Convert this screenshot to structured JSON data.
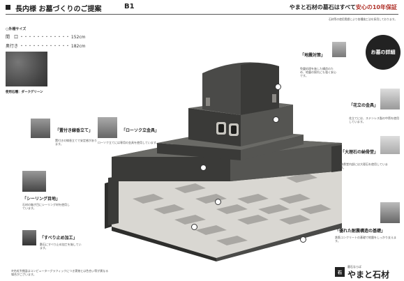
{
  "header": {
    "title": "長内様 お墓づくりのご提案",
    "page": "B1",
    "tagline_prefix": "やまと石材の墓石はすべて",
    "tagline_bold": "安心の10年保証",
    "note": "石材等の使用実績により各種施工法を採用しております。",
    "square_icon": "black-square-icon"
  },
  "specs": {
    "heading": "○外柵サイズ",
    "width_label": "間　口",
    "width_value": "152cm",
    "depth_label": "奥行き",
    "depth_value": "182cm",
    "leader": "・・・・・・・・・・・・",
    "stone_label": "使用石種：ダークグリーン"
  },
  "badge": {
    "label": "お墓の詳細"
  },
  "callouts": {
    "earthquake": {
      "title": "「地震対策」",
      "desc": "免震処理を施した構造のため、地震の揺れにも強く安心です。"
    },
    "flower": {
      "title": "「花立の金具」",
      "desc": "花立てには、ステンレス製の中筒を使用しています。"
    },
    "marble": {
      "title": "「大理石の納骨堂」",
      "desc": "納骨堂内部には大理石を使用しています。"
    },
    "incense": {
      "title": "「置付き線香立て」",
      "desc": "置付きの線香立てで安定感があります。"
    },
    "candle": {
      "title": "「ローソク立金具」",
      "desc": "ローソク立てには専用の金具を使用しています。"
    },
    "sealing": {
      "title": "「シーリング目地」",
      "desc": "石材の継ぎ目にシーリング材を使用しています。"
    },
    "nonslip": {
      "title": "「すべり止め加工」",
      "desc": "敷石にすべり止め加工を施しています。"
    },
    "foundation": {
      "title": "「優れた耐震構造の基礎」",
      "desc": "鉄筋コンクリートの基礎で地盤をしっかり支えます。"
    }
  },
  "footer": {
    "note": "※完成予想図はコンピューターグラフィックにつき実物とは色合い等が異なる場合がございます。",
    "logo_mark": "石",
    "logo_sub": "墓石ならば",
    "logo_name": "やまと石材"
  },
  "colors": {
    "accent": "#b0322a",
    "stone": "#4a4a48",
    "stone_dark": "#2e2e2c",
    "stone_light": "#6a6a66",
    "paving_light": "#d9d7d2",
    "paving_dark": "#8a8884"
  }
}
